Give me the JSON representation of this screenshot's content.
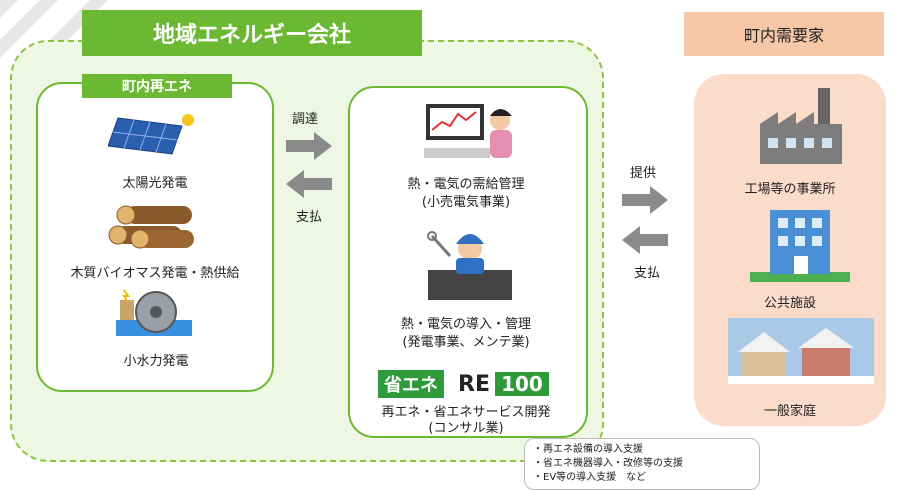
{
  "company": {
    "title": "地域エネルギー会社"
  },
  "renewables": {
    "label": "町内再エネ",
    "items": [
      {
        "label": "太陽光発電",
        "icon": "solar-panel-icon"
      },
      {
        "label": "木質バイオマス発電・熱供給",
        "icon": "log-icon"
      },
      {
        "label": "小水力発電",
        "icon": "water-wheel-icon"
      }
    ]
  },
  "flows": {
    "procure": "調達",
    "pay_left": "支払",
    "provide": "提供",
    "pay_right": "支払"
  },
  "services": {
    "items": [
      {
        "line1": "熱・電気の需給管理",
        "line2": "(小売電気事業)",
        "icon": "operator-computer-icon"
      },
      {
        "line1": "熱・電気の導入・管理",
        "line2": "(発電事業、メンテ業)",
        "icon": "worker-maintenance-icon"
      },
      {
        "line1": "再エネ・省エネサービス開発",
        "line2": "(コンサル業)",
        "icon": "shoene-re100-logo"
      }
    ],
    "logo_shoene": "省エネ",
    "logo_re": "RE",
    "logo_100": "100"
  },
  "demand": {
    "title": "町内需要家",
    "items": [
      {
        "label": "工場等の事業所",
        "icon": "factory-icon"
      },
      {
        "label": "公共施設",
        "icon": "building-icon"
      },
      {
        "label": "一般家庭",
        "icon": "houses-icon"
      }
    ]
  },
  "consulting_notes": [
    "・再エネ設備の導入支援",
    "・省エネ機器導入・改修等の支援",
    "・EV等の導入支援　など"
  ],
  "colors": {
    "green": "#6bb832",
    "light_green": "#eef7e4",
    "orange": "#f7c8a8",
    "peach": "#fbdccb",
    "arrow_gray": "#8a8a8a"
  }
}
